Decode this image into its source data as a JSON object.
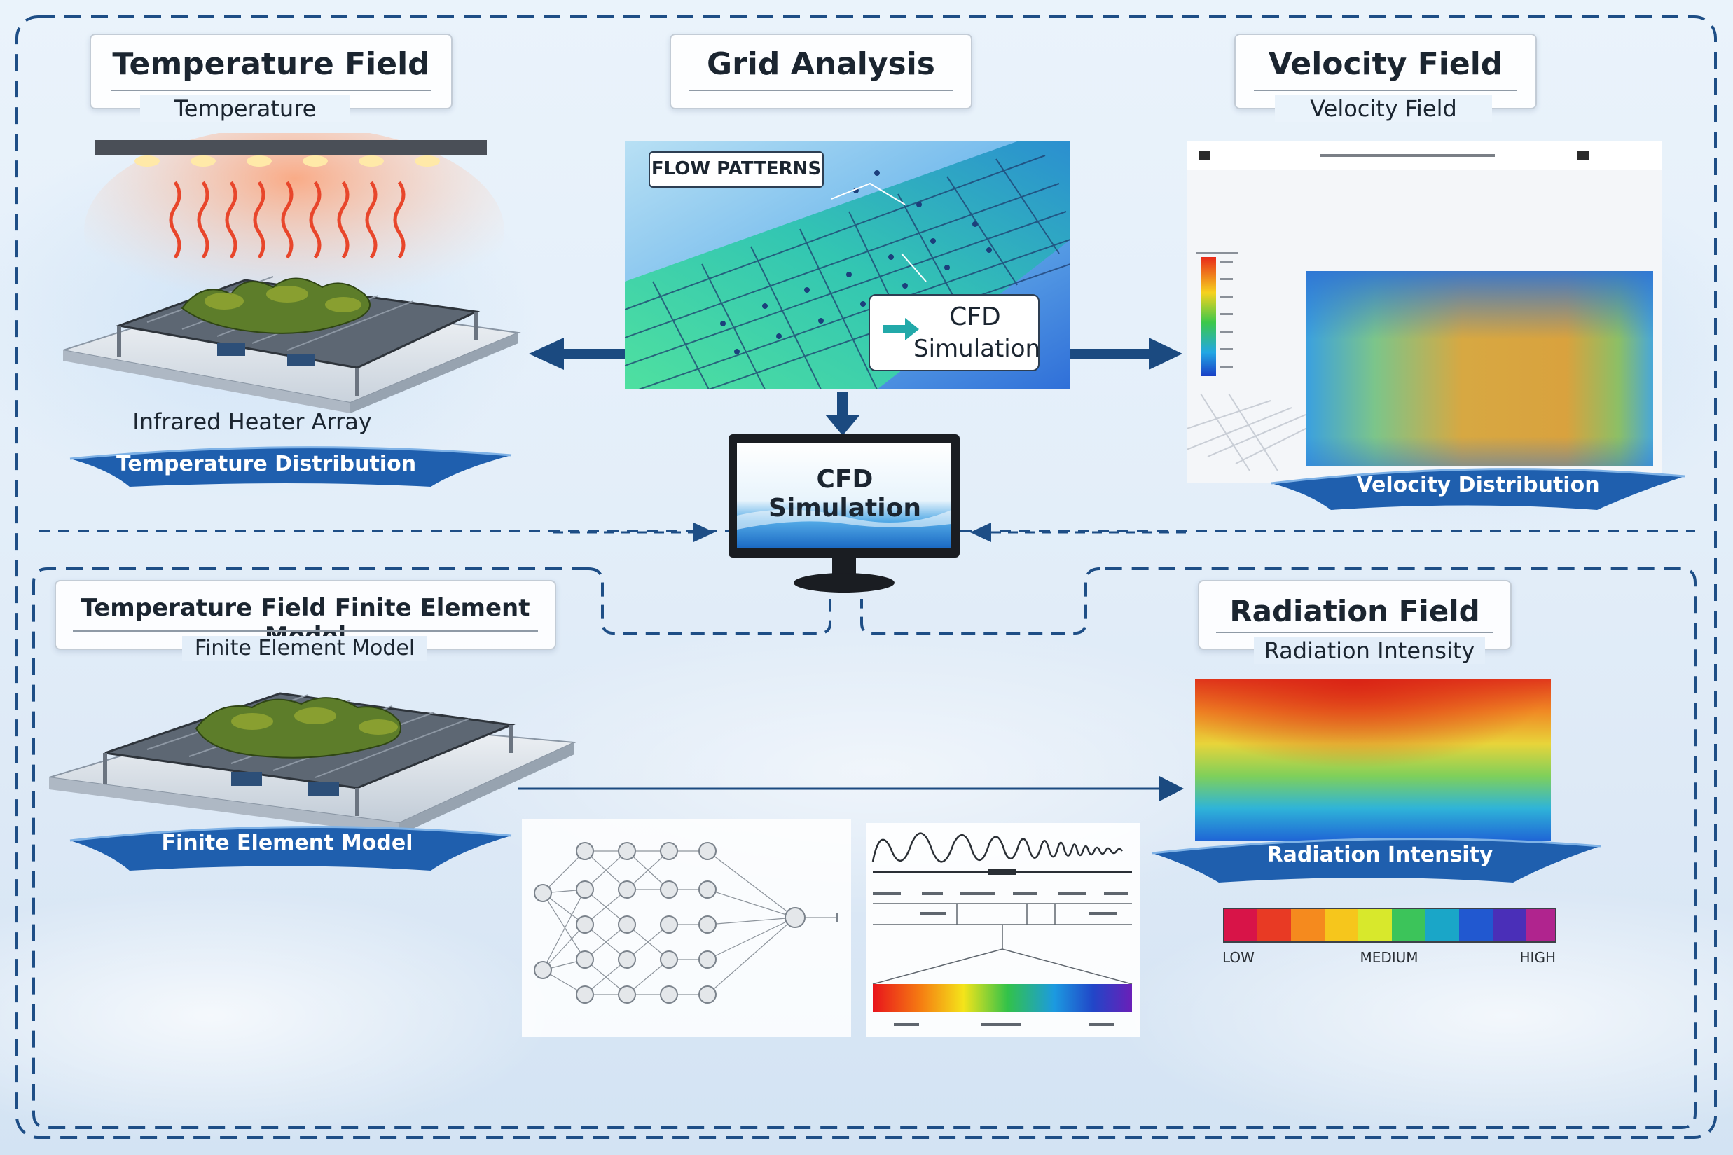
{
  "panels": {
    "temperature": {
      "title": "Temperature Field",
      "subtitle": "Temperature",
      "caption": "Infrared Heater Array",
      "banner": "Temperature Distribution"
    },
    "grid": {
      "title": "Grid Analysis",
      "flow_label": "FLOW PATTERNS",
      "cfd_label_1": "CFD",
      "cfd_label_2": "Simulation"
    },
    "velocity": {
      "title": "Velocity Field",
      "subtitle": "Velocity Field",
      "banner": "Velocity Distribution"
    },
    "monitor": {
      "label": "CFD Simulation"
    },
    "fem": {
      "title": "Temperature Field Finite Element Model",
      "subtitle": "Finite Element Model",
      "banner": "Finite Element Model"
    },
    "radiation": {
      "title": "Radiation Field",
      "subtitle": "Radiation Intensity",
      "banner": "Radiation Intensity",
      "scale_labels": [
        "LOW",
        "MEDIUM",
        "HIGH"
      ]
    }
  },
  "colors": {
    "frame": "#1e4e86",
    "arrow": "#1b4a80",
    "banner": "#1f5fae"
  }
}
